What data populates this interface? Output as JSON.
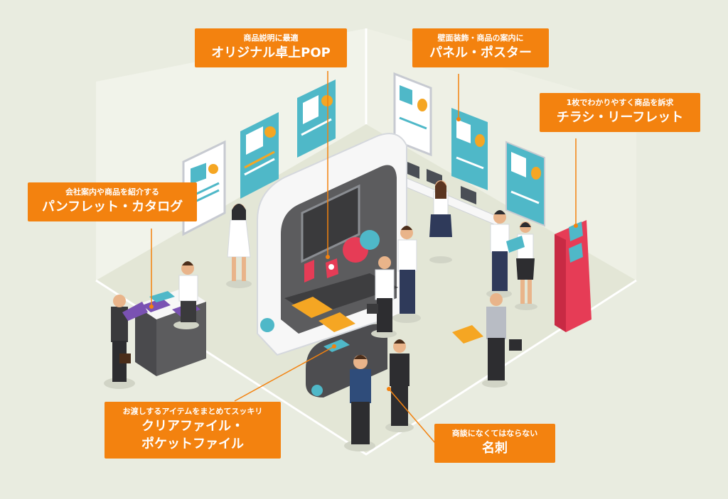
{
  "colors": {
    "background": "#e9ece0",
    "callout": "#f3820f",
    "callout_text": "#ffffff",
    "booth_dark": "#5c5c5e",
    "booth_white": "#f7f7f7",
    "poster_teal": "#4fb8c8",
    "accent_red": "#e63c56",
    "accent_purple": "#7a52b3"
  },
  "callouts": {
    "pop": {
      "sub": "商品説明に最適",
      "main": "オリジナル卓上POP"
    },
    "panel": {
      "sub": "壁面装飾・商品の案内に",
      "main": "パネル・ポスター"
    },
    "flyer": {
      "sub": "1枚でわかりやすく商品を訴求",
      "main": "チラシ・リーフレット"
    },
    "pamphlet": {
      "sub": "会社案内や商品を紹介する",
      "main": "パンフレット・カタログ"
    },
    "clearfile": {
      "sub": "お渡しするアイテムをまとめてスッキリ",
      "main": "クリアファイル・",
      "main2": "ポケットファイル"
    },
    "card": {
      "sub": "商談になくてはならない",
      "main": "名刺"
    }
  }
}
